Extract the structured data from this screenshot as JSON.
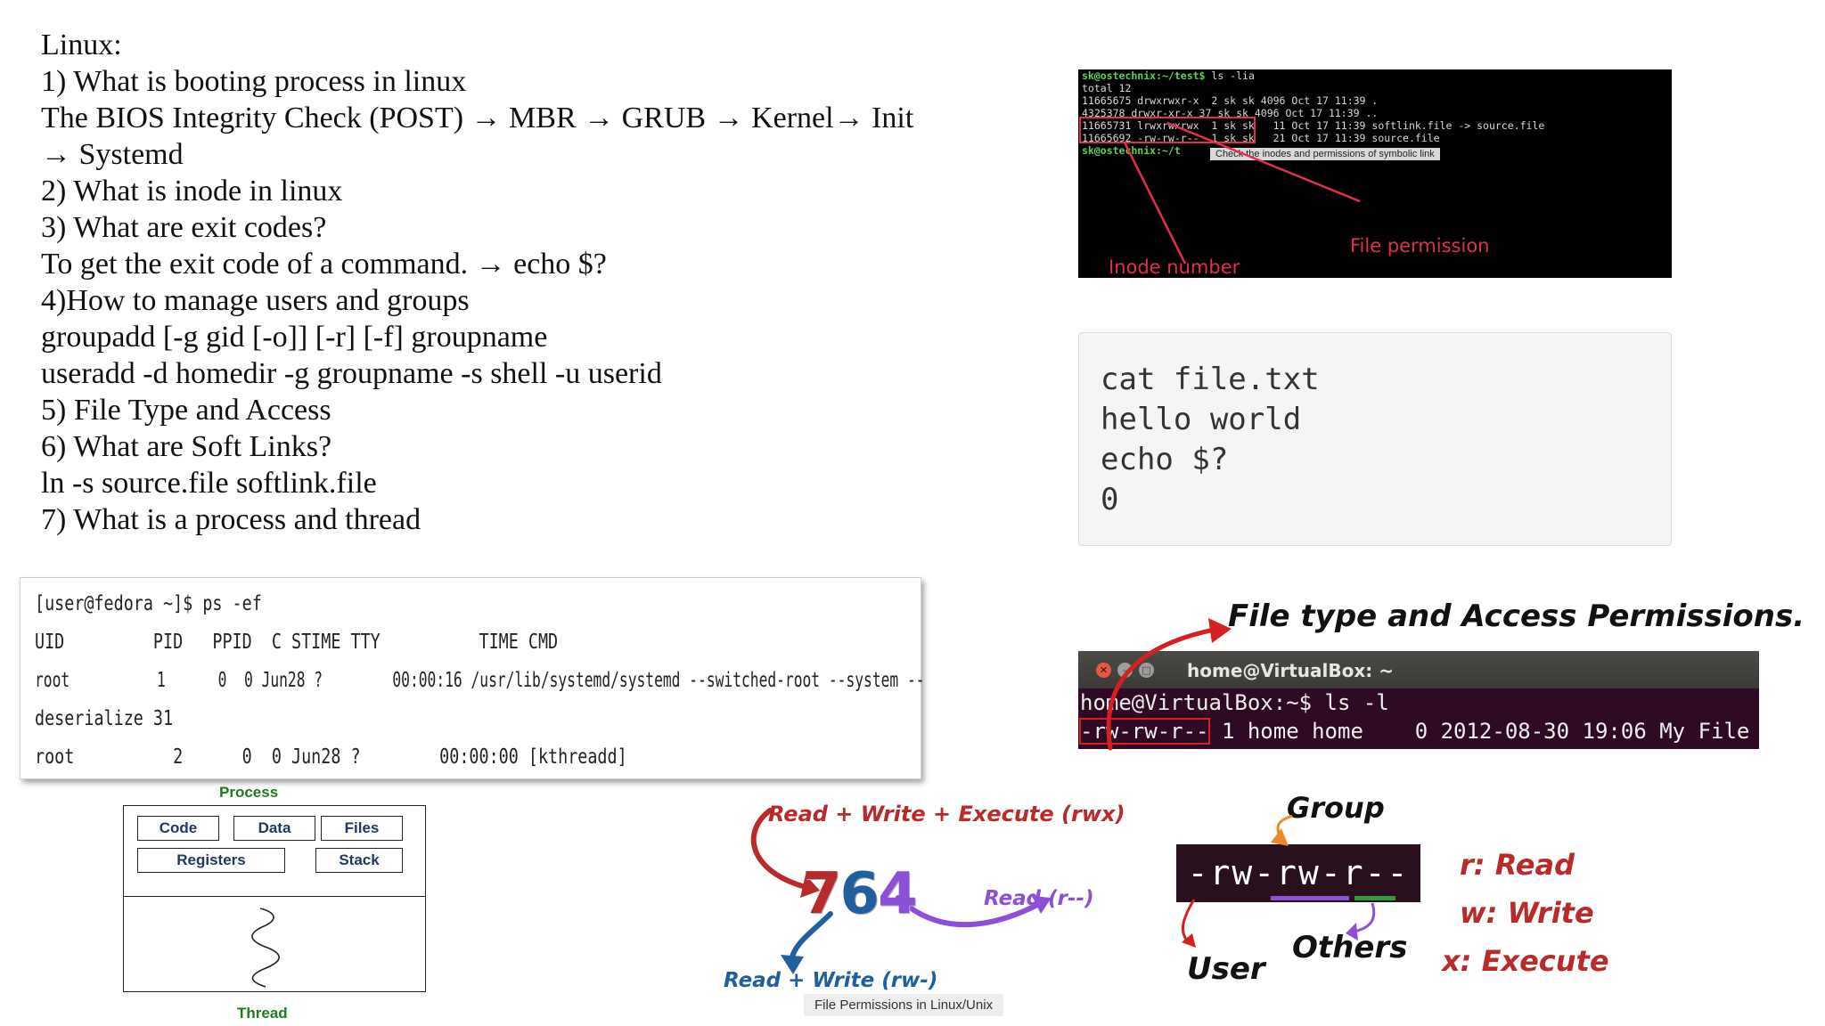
{
  "notes": [
    "Linux:",
    "1)     What is booting process in linux",
    "The BIOS Integrity Check (POST) → MBR → GRUB → Kernel→ Init",
    "→ Systemd",
    "2)  What is inode in linux",
    "3)  What are exit codes?",
    "To get the exit code of a command. → echo $?",
    "4)How to manage users and groups",
    "groupadd [-g gid [-o]] [-r] [-f] groupname",
    "useradd -d homedir -g groupname  -s shell -u userid",
    "5) File Type and Access",
    "6) What are Soft Links?",
    "ln -s source.file softlink.file",
    "7) What is a process and thread"
  ],
  "inode_terminal": {
    "prompt1": "sk@ostechnix:~/test$",
    "cmd1": " ls -lia",
    "lines": [
      "total 12",
      "11665675 drwxrwxr-x  2 sk sk 4096 Oct 17 11:39 .",
      "4325378 drwxr-xr-x 37 sk sk 4096 Oct 17 11:39 ..",
      "11665731 lrwxrwxrwx  1 sk sk   11 Oct 17 11:39 softlink.file -> source.file",
      "11665692 -rw-rw-r--  1 sk sk   21 Oct 17 11:39 source.file"
    ],
    "prompt2": "sk@ostechnix:~/t",
    "tooltip": "Check the inodes and permissions of symbolic link",
    "label_permission": "File permission",
    "label_inode": "Inode number"
  },
  "code_box": [
    "cat file.txt",
    "hello world",
    "echo $?",
    "0"
  ],
  "ps_output": [
    "[user@fedora ~]$ ps -ef",
    "UID         PID   PPID  C STIME TTY          TIME CMD",
    "root          1      0  0 Jun28 ?        00:00:16 /usr/lib/systemd/systemd --switched-root --system --",
    "deserialize 31",
    "root          2      0  0 Jun28 ?        00:00:00 [kthreadd]"
  ],
  "process_diagram": {
    "title": "Process",
    "boxes": [
      "Code",
      "Data",
      "Files",
      "Registers",
      "Stack"
    ],
    "thread_label": "Thread"
  },
  "permissions_764": {
    "number": "764",
    "label_owner": "Read + Write + Execute (rwx)",
    "label_group": "Read + Write (rw-)",
    "label_others": "Read (r--)",
    "caption": "File Permissions in Linux/Unix"
  },
  "file_type_access": {
    "title": "File type and Access Permissions.",
    "window_title": "home@VirtualBox: ~",
    "prompt_line": "home@VirtualBox:~$ ls -l",
    "listing_perm": "-rw-rw-r--",
    "listing_rest": " 1 home home    0 2012-08-30 19:06 My File"
  },
  "rw_legend": {
    "perm_string": "-rw-rw-r--",
    "group": "Group",
    "user": "User",
    "others": "Others",
    "read": "r: Read",
    "write": "w: Write",
    "execute": "x: Execute"
  },
  "colors": {
    "inode_label": "#e0304a",
    "terminal_green": "#5ad35a",
    "ubuntu_purple": "#300a24",
    "owner_red": "#b92b2b",
    "group_blue": "#1f5fa0",
    "others_purple": "#8e4fd8"
  }
}
